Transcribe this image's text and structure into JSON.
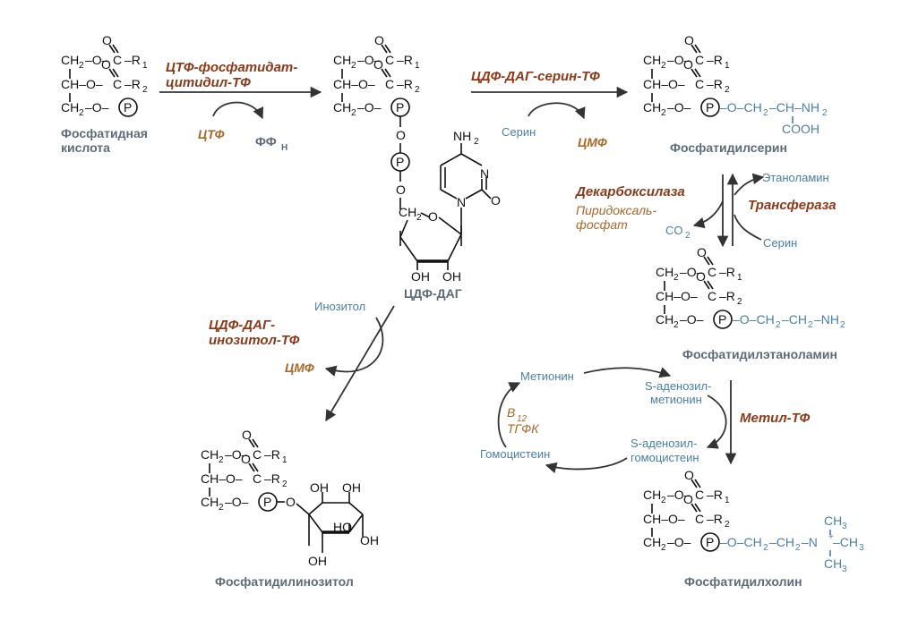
{
  "labels": {
    "pa_name1": "Фосфатидная",
    "pa_name2": "кислота",
    "ps_name": "Фосфатидилсерин",
    "pe_name": "Фосфатидилэтаноламин",
    "pc_name": "Фосфатидилхолин",
    "pi_name": "Фосфатидилинозитол",
    "cdp_dag": "ЦДФ-ДАГ"
  },
  "enzymes": {
    "ctf_transferase_1": "ЦТФ-фосфатидат-",
    "ctf_transferase_2": "цитидил-ТФ",
    "serine_tf": "ЦДФ-ДАГ-серин-ТФ",
    "inositol_tf_1": "ЦДФ-ДАГ-",
    "inositol_tf_2": "инозитол-ТФ",
    "decarboxylase": "Декарбоксилаза",
    "transferase": "Трансфераза",
    "methyl_tf": "Метил-ТФ"
  },
  "cofactors": {
    "ctp": "ЦТФ",
    "ppn": "ФФ",
    "ppn_sub": "Н",
    "cmp1": "ЦМФ",
    "cmp2": "ЦМФ",
    "pyridoxal_1": "Пиридоксаль-",
    "pyridoxal_2": "фосфат",
    "b12": "В",
    "b12_sub": "12",
    "thfa": "ТГФК"
  },
  "metabolites": {
    "serine1": "Серин",
    "serine2": "Серин",
    "ethanolamine": "Этаноламин",
    "co2": "CO",
    "co2_sub": "2",
    "inositol": "Инозитол",
    "methionine": "Метионин",
    "sam_1": "S-аденозил-",
    "sam_2": "метионин",
    "sah_1": "S-аденозил-",
    "sah_2": "гомоцистеин",
    "homocysteine": "Гомоцистеин"
  }
}
